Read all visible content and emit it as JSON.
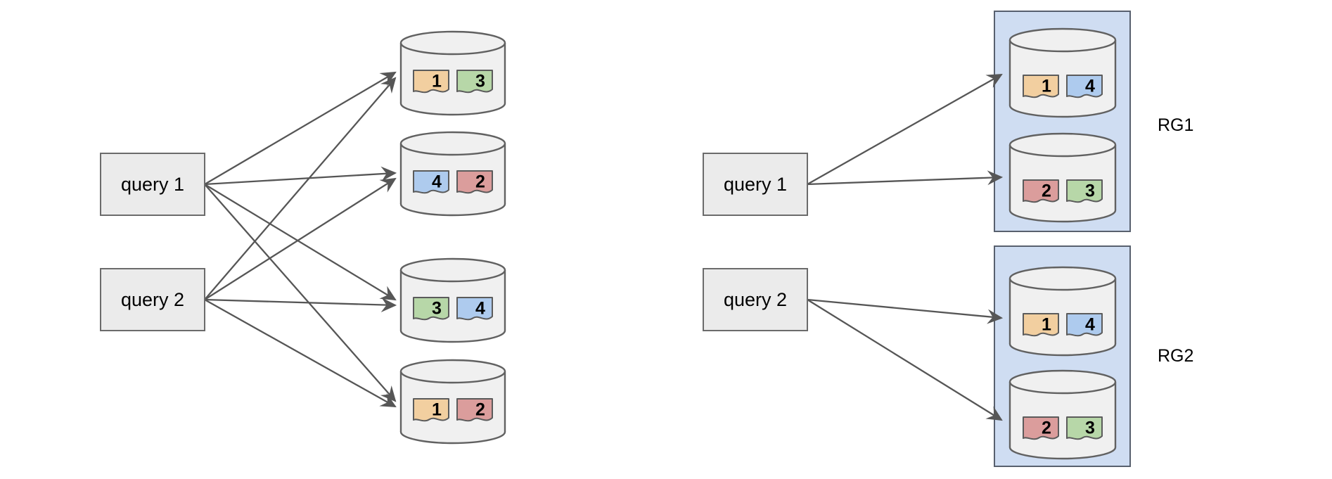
{
  "colors": {
    "background": "#FFFFFF",
    "cylinder_fill": "#F0F0F0",
    "cylinder_stroke": "#616161",
    "query_box_fill": "#EBEBEB",
    "query_box_stroke": "#6B6B6B",
    "group_fill": "#CFDDF2",
    "group_stroke": "#58606E",
    "arrow": "#565656",
    "segment_border": "#5B5B5B",
    "text": "#000000",
    "orange": "#F2CFA0",
    "green": "#B7D7A8",
    "blue": "#AECBEE",
    "red": "#DB9D9C"
  },
  "left_diagram": {
    "description_name": "queries-fan-out-to-all-shard-nodes",
    "queries": [
      {
        "label": "query 1"
      },
      {
        "label": "query 2"
      }
    ],
    "nodes": [
      {
        "segments": [
          {
            "label": "1",
            "color": "orange"
          },
          {
            "label": "3",
            "color": "green"
          }
        ]
      },
      {
        "segments": [
          {
            "label": "4",
            "color": "blue"
          },
          {
            "label": "2",
            "color": "red"
          }
        ]
      },
      {
        "segments": [
          {
            "label": "3",
            "color": "green"
          },
          {
            "label": "4",
            "color": "blue"
          }
        ]
      },
      {
        "segments": [
          {
            "label": "1",
            "color": "orange"
          },
          {
            "label": "2",
            "color": "red"
          }
        ]
      }
    ],
    "connections": [
      {
        "from": "query 1",
        "to_nodes": [
          0,
          1,
          2,
          3
        ]
      },
      {
        "from": "query 2",
        "to_nodes": [
          0,
          1,
          2,
          3
        ]
      }
    ]
  },
  "right_diagram": {
    "description_name": "queries-routed-to-replica-groups",
    "queries": [
      {
        "label": "query 1"
      },
      {
        "label": "query 2"
      }
    ],
    "groups": [
      {
        "label": "RG1",
        "nodes": [
          {
            "segments": [
              {
                "label": "1",
                "color": "orange"
              },
              {
                "label": "4",
                "color": "blue"
              }
            ]
          },
          {
            "segments": [
              {
                "label": "2",
                "color": "red"
              },
              {
                "label": "3",
                "color": "green"
              }
            ]
          }
        ]
      },
      {
        "label": "RG2",
        "nodes": [
          {
            "segments": [
              {
                "label": "1",
                "color": "orange"
              },
              {
                "label": "4",
                "color": "blue"
              }
            ]
          },
          {
            "segments": [
              {
                "label": "2",
                "color": "red"
              },
              {
                "label": "3",
                "color": "green"
              }
            ]
          }
        ]
      }
    ],
    "connections": [
      {
        "from": "query 1",
        "group": 0,
        "to_nodes": [
          0,
          1
        ]
      },
      {
        "from": "query 2",
        "group": 1,
        "to_nodes": [
          0,
          1
        ]
      }
    ]
  }
}
